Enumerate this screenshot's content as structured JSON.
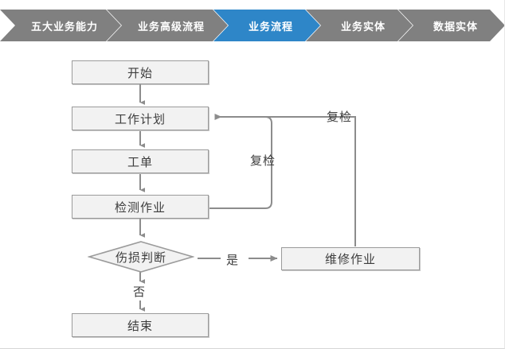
{
  "breadcrumb": {
    "active_color": "#2e86c8",
    "inactive_color": "#808080",
    "items": [
      {
        "label": "五大业务能力",
        "active": false
      },
      {
        "label": "业务高级流程",
        "active": false
      },
      {
        "label": "业务流程",
        "active": true
      },
      {
        "label": "业务实体",
        "active": false
      },
      {
        "label": "数据实体",
        "active": false
      }
    ]
  },
  "flowchart": {
    "node_fill": "#f2f2f2",
    "node_border": "#9b9b9b",
    "connector_color": "#8c8c8c",
    "nodes": [
      {
        "id": "start",
        "label": "开始",
        "shape": "rect"
      },
      {
        "id": "work-plan",
        "label": "工作计划",
        "shape": "rect"
      },
      {
        "id": "work-order",
        "label": "工单",
        "shape": "rect"
      },
      {
        "id": "inspection",
        "label": "检测作业",
        "shape": "rect"
      },
      {
        "id": "damage-decision",
        "label": "伤损判断",
        "shape": "diamond"
      },
      {
        "id": "repair",
        "label": "维修作业",
        "shape": "rect"
      },
      {
        "id": "end",
        "label": "结束",
        "shape": "rect"
      }
    ],
    "edge_labels": [
      {
        "id": "recheck-inner",
        "label": "复检"
      },
      {
        "id": "recheck-outer",
        "label": "复检"
      },
      {
        "id": "yes",
        "label": "是"
      },
      {
        "id": "no",
        "label": "否"
      }
    ]
  }
}
